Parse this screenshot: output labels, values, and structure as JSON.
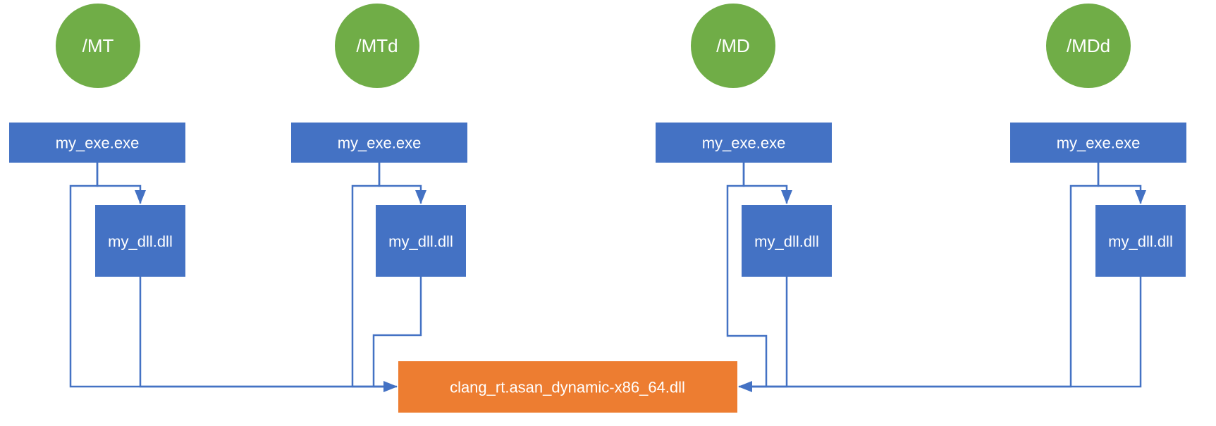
{
  "diagram": {
    "colors": {
      "flag_fill": "#70AD47",
      "module_fill": "#4472C4",
      "runtime_fill": "#ED7D31",
      "connector": "#4472C4",
      "label_text": "#FFFFFF",
      "background": "#FFFFFF"
    },
    "groups": [
      {
        "flag": "/MT",
        "exe": "my_exe.exe",
        "dll": "my_dll.dll"
      },
      {
        "flag": "/MTd",
        "exe": "my_exe.exe",
        "dll": "my_dll.dll"
      },
      {
        "flag": "/MD",
        "exe": "my_exe.exe",
        "dll": "my_dll.dll"
      },
      {
        "flag": "/MDd",
        "exe": "my_exe.exe",
        "dll": "my_dll.dll"
      }
    ],
    "shared_runtime": {
      "label": "clang_rt.asan_dynamic-x86_64.dll"
    }
  }
}
